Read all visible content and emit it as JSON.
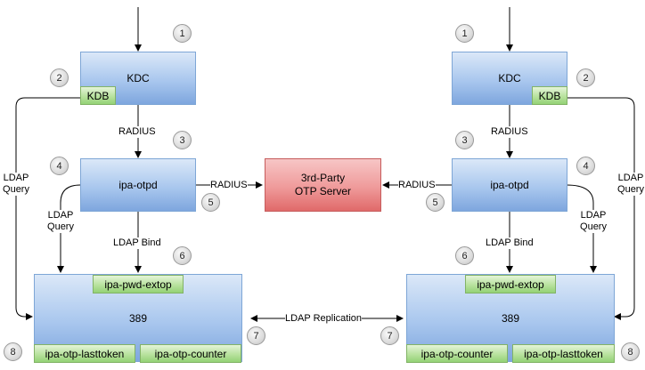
{
  "left": {
    "kdc": "KDC",
    "kdb": "KDB",
    "otpd": "ipa-otpd",
    "ds": "389",
    "extop": "ipa-pwd-extop",
    "lasttoken": "ipa-otp-lasttoken",
    "counter": "ipa-otp-counter"
  },
  "right": {
    "kdc": "KDC",
    "kdb": "KDB",
    "otpd": "ipa-otpd",
    "ds": "389",
    "extop": "ipa-pwd-extop",
    "counter": "ipa-otp-counter",
    "lasttoken": "ipa-otp-lasttoken"
  },
  "otp_server": {
    "line1": "3rd-Party",
    "line2": "OTP Server"
  },
  "edge_labels": {
    "radius": "RADIUS",
    "ldap_query_1": "LDAP",
    "ldap_query_2": "Query",
    "ldap_bind": "LDAP Bind",
    "ldap_replication": "LDAP Replication"
  },
  "steps": {
    "left": [
      "1",
      "2",
      "3",
      "4",
      "5",
      "6",
      "7",
      "8"
    ],
    "right": [
      "1",
      "2",
      "3",
      "4",
      "5",
      "6",
      "7",
      "8"
    ]
  },
  "colors": {
    "box_blue": "#a9c7ee",
    "box_red": "#ef9a9a",
    "box_green": "#b8e29e",
    "line": "#000000"
  }
}
